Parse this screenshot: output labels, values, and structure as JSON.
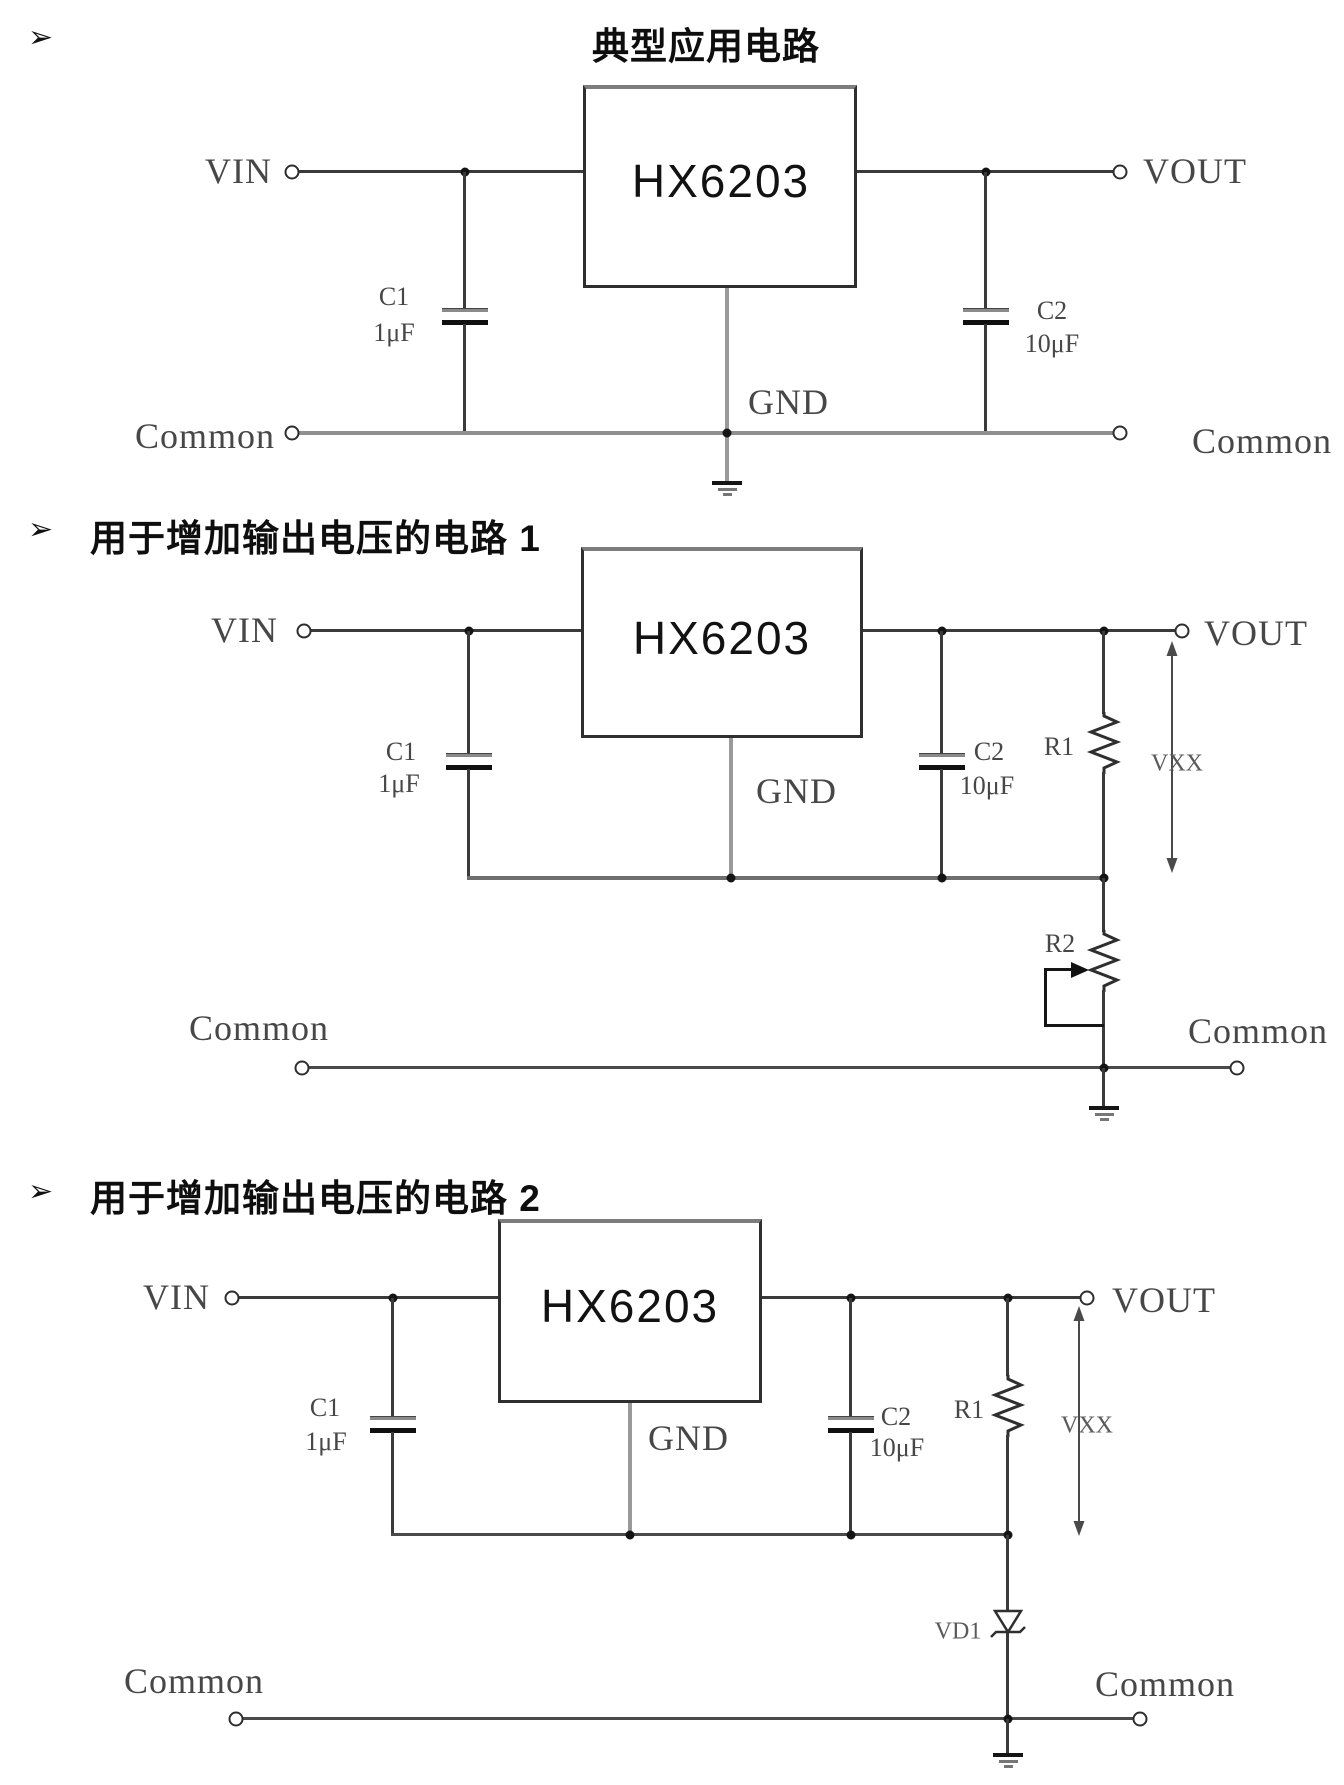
{
  "sections": {
    "s1": {
      "bullet": "➢",
      "title": "典型应用电路"
    },
    "s2": {
      "bullet": "➢",
      "title": "用于增加输出电压的电路 1"
    },
    "s3": {
      "bullet": "➢",
      "title": "用于增加输出电压的电路 2"
    }
  },
  "circuit1": {
    "chip": "HX6203",
    "vin": "VIN",
    "vout": "VOUT",
    "gnd": "GND",
    "common_left": "Common",
    "common_right": "Common",
    "c1_name": "C1",
    "c1_value": "1μF",
    "c2_name": "C2",
    "c2_value": "10μF"
  },
  "circuit2": {
    "chip": "HX6203",
    "vin": "VIN",
    "vout": "VOUT",
    "gnd": "GND",
    "common_left": "Common",
    "common_right": "Common",
    "c1_name": "C1",
    "c1_value": "1μF",
    "c2_name": "C2",
    "c2_value": "10μF",
    "r1": "R1",
    "r2": "R2",
    "vxx": "VXX"
  },
  "circuit3": {
    "chip": "HX6203",
    "vin": "VIN",
    "vout": "VOUT",
    "gnd": "GND",
    "common_left": "Common",
    "common_right": "Common",
    "c1_name": "C1",
    "c1_value": "1μF",
    "c2_name": "C2",
    "c2_value": "10μF",
    "r1": "R1",
    "vd1": "VD1",
    "vxx": "VXX"
  },
  "colors": {
    "wire": "#3a3a3a",
    "rail_gray": "#8f8f8f",
    "text": "#474747"
  }
}
